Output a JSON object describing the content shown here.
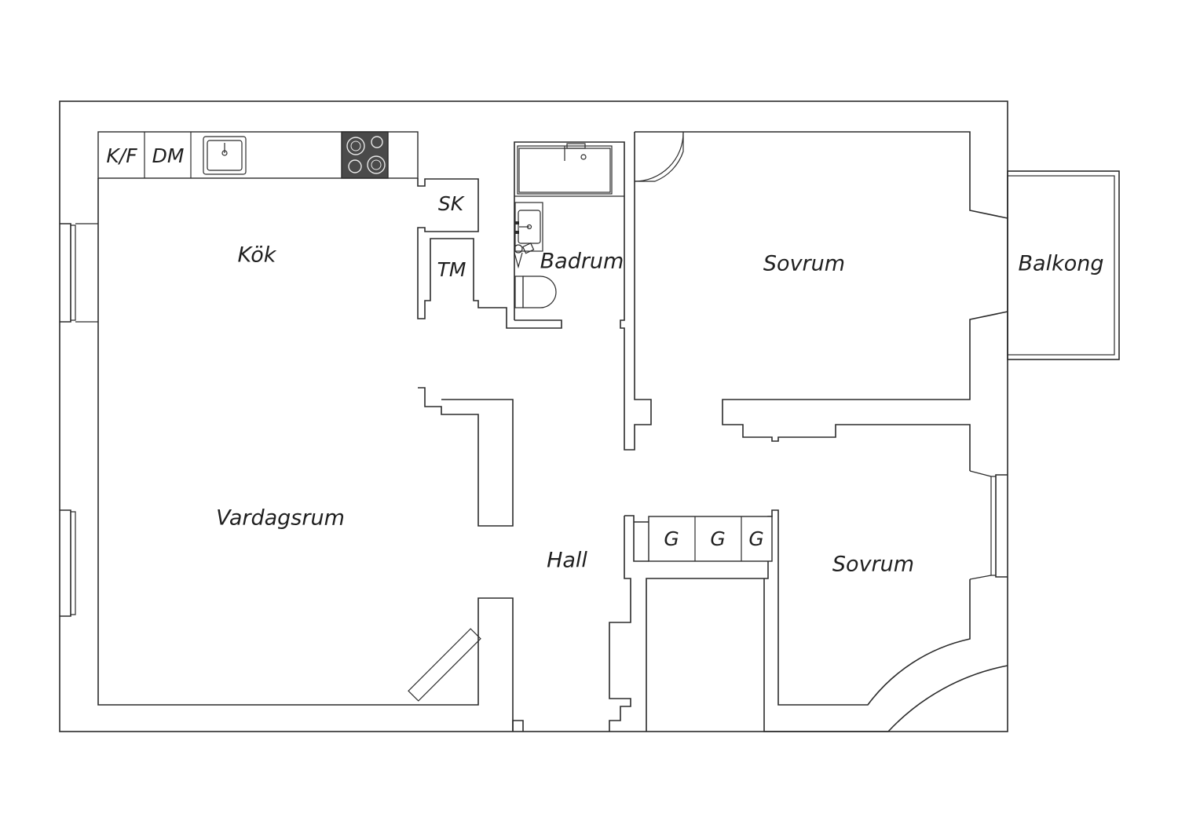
{
  "rooms": {
    "kitchen": "Kök",
    "living": "Vardagsrum",
    "bath": "Badrum",
    "bedroom_1": "Sovrum",
    "bedroom_2": "Sovrum",
    "balcony": "Balkong",
    "hall": "Hall"
  },
  "fixtures": {
    "fridge_freezer": "K/F",
    "dishwasher": "DM",
    "cabinet_sk": "SK",
    "washer_tm": "TM",
    "wardrobe_1": "G",
    "wardrobe_2": "G",
    "wardrobe_3": "G"
  },
  "colors": {
    "line": "#2b2b2b",
    "stove": "#4a4a4a",
    "background": "#ffffff"
  }
}
